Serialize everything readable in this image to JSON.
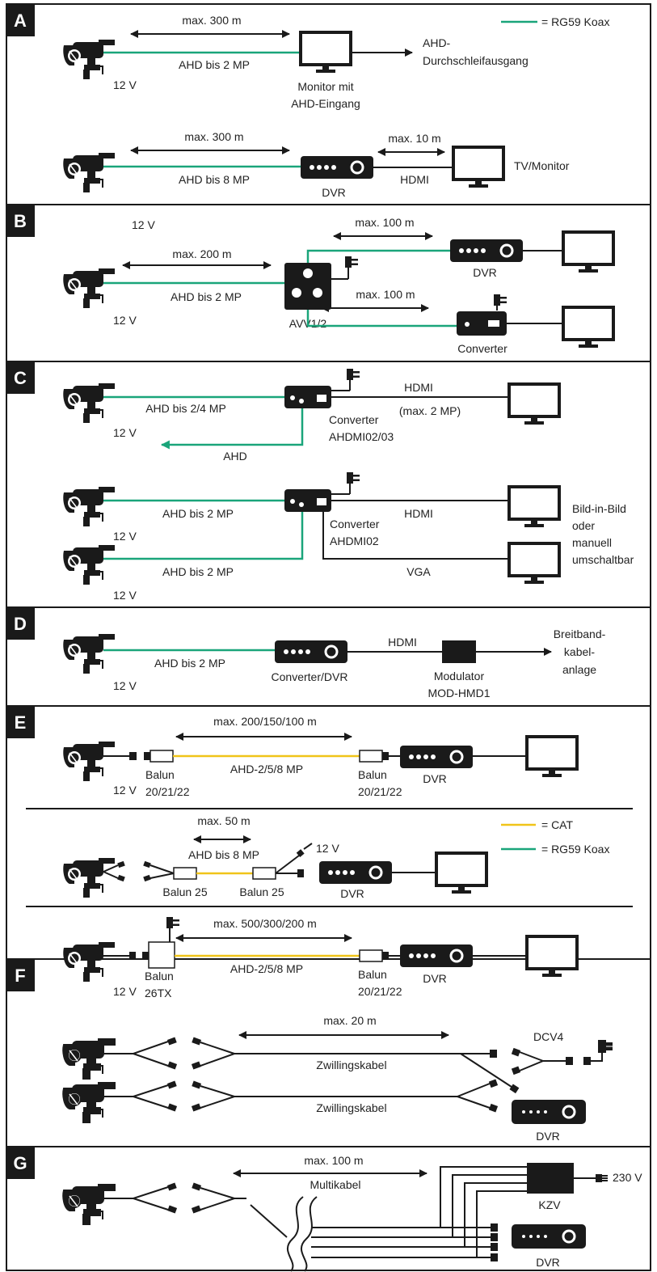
{
  "legend": {
    "koax": "= RG59 Koax",
    "cat": "= CAT",
    "koax2": "= RG59 Koax"
  },
  "colors": {
    "green": "#1aa57a",
    "yellow": "#f0c419",
    "black": "#1a1a1a"
  },
  "panels": {
    "a": {
      "letter": "A",
      "r1": {
        "dist": "max. 300 m",
        "signal": "AHD bis 2 MP",
        "power": "12 V",
        "monitor1": "Monitor mit",
        "monitor2": "AHD-Eingang",
        "out1": "AHD-",
        "out2": "Durchschleifausgang"
      },
      "r2": {
        "dist": "max. 300 m",
        "signal": "AHD bis 8 MP",
        "dvr": "DVR",
        "dist2": "max. 10 m",
        "hdmi": "HDMI",
        "tv": "TV/Monitor"
      }
    },
    "b": {
      "letter": "B",
      "power_top": "12 V",
      "dist": "max. 200 m",
      "signal": "AHD bis 2 MP",
      "power": "12 V",
      "avv": "AVV1/2",
      "dist_dvr": "max. 100 m",
      "dvr": "DVR",
      "dist_conv": "max. 100 m",
      "converter": "Converter"
    },
    "c": {
      "letter": "C",
      "r1": {
        "signal": "AHD bis 2/4 MP",
        "power": "12 V",
        "ahd": "AHD",
        "hdmi": "HDMI",
        "max": "(max. 2 MP)",
        "conv1": "Converter",
        "conv2": "AHDMI02/03"
      },
      "r2": {
        "signal1": "AHD bis 2 MP",
        "power1": "12 V",
        "signal2": "AHD bis 2 MP",
        "power2": "12 V",
        "conv1": "Converter",
        "conv2": "AHDMI02",
        "hdmi": "HDMI",
        "vga": "VGA",
        "note1": "Bild-in-Bild",
        "note2": "oder",
        "note3": "manuell",
        "note4": "umschaltbar"
      }
    },
    "d": {
      "letter": "D",
      "signal": "AHD bis 2 MP",
      "power": "12 V",
      "conv": "Converter/DVR",
      "hdmi": "HDMI",
      "mod1": "Modulator",
      "mod2": "MOD-HMD1",
      "out1": "Breitband-",
      "out2": "kabel-",
      "out3": "anlage"
    },
    "e": {
      "letter": "E",
      "r1": {
        "dist": "max. 200/150/100 m",
        "signal": "AHD-2/5/8 MP",
        "power": "12 V",
        "balun_l1": "Balun",
        "balun_l2": "20/21/22",
        "balun_r1": "Balun",
        "balun_r2": "20/21/22",
        "dvr": "DVR"
      },
      "r2": {
        "dist": "max. 50 m",
        "signal": "AHD bis 8 MP",
        "power": "12 V",
        "balun_l": "Balun 25",
        "balun_r": "Balun 25",
        "dvr": "DVR"
      },
      "r3": {
        "dist": "max. 500/300/200 m",
        "signal": "AHD-2/5/8 MP",
        "power": "12 V",
        "balun_l1": "Balun",
        "balun_l2": "26TX",
        "balun_r1": "Balun",
        "balun_r2": "20/21/22",
        "dvr": "DVR"
      }
    },
    "f": {
      "letter": "F",
      "dist": "max. 20 m",
      "cable1": "Zwillingskabel",
      "cable2": "Zwillingskabel",
      "dcv": "DCV4",
      "dvr": "DVR"
    },
    "g": {
      "letter": "G",
      "dist": "max. 100 m",
      "cable": "Multikabel",
      "kzv": "KZV",
      "mains": "230 V",
      "dvr": "DVR"
    }
  }
}
